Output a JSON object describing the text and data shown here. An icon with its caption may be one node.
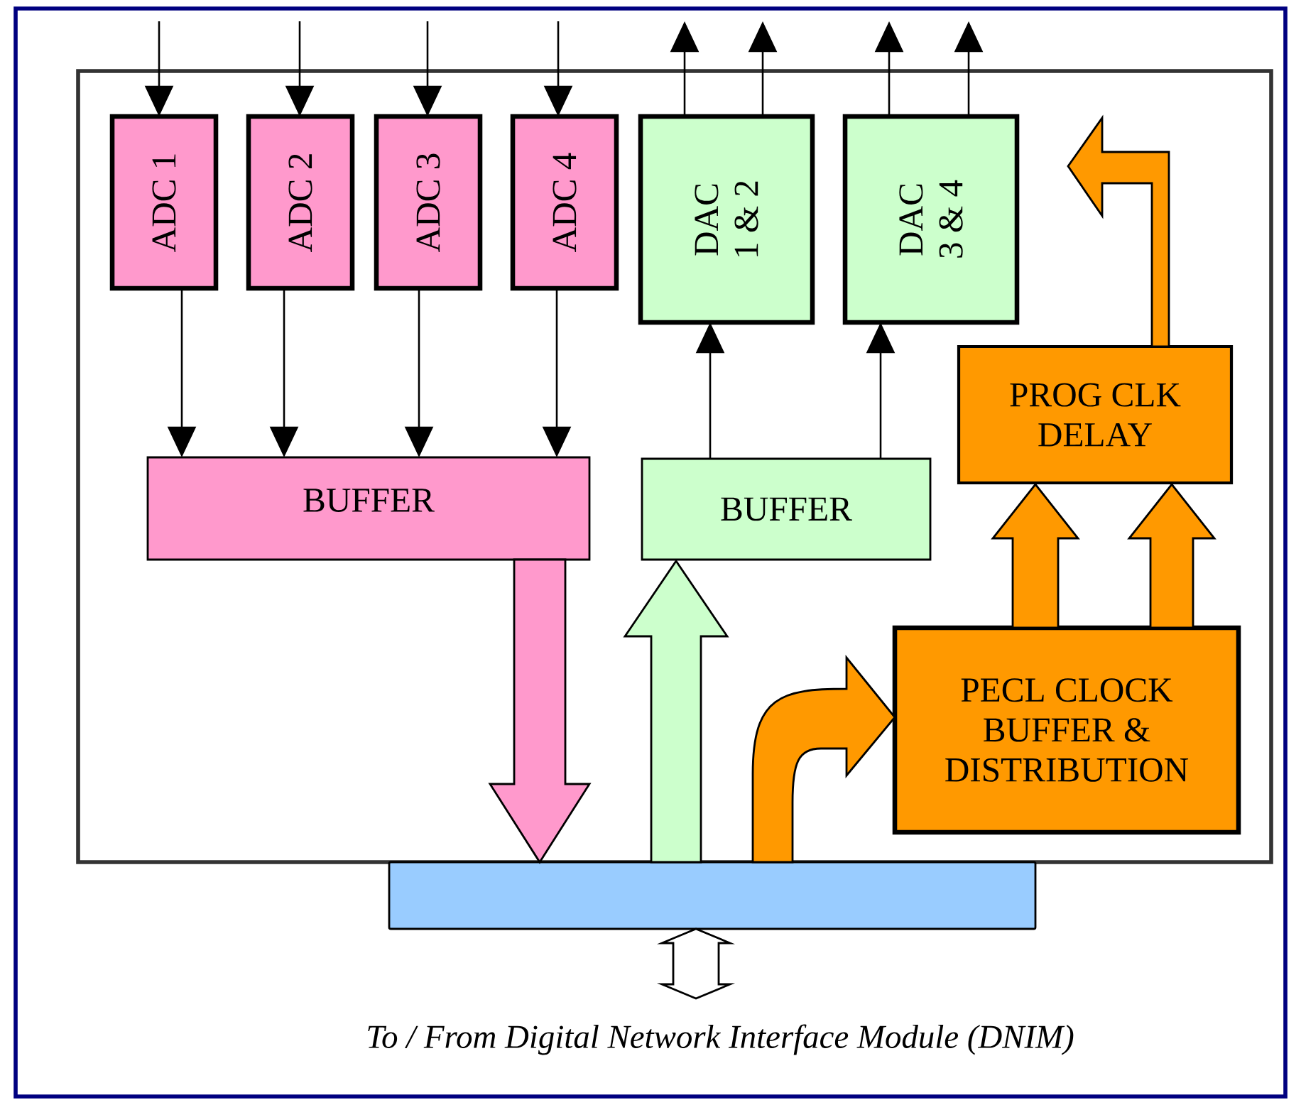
{
  "diagram": {
    "nodes": [
      {
        "text": [],
        "shape": "box"
      },
      {
        "text": [
          "ADC 1"
        ],
        "in": 0
      },
      {
        "text": [
          "ADC 2"
        ],
        "in": 0
      },
      {
        "text": [
          "ADC 3"
        ],
        "in": 0
      },
      {
        "text": [
          "ADC 4"
        ],
        "in": 0
      },
      {
        "text": [
          "DAC 1 & 2"
        ],
        "in": 0
      },
      {
        "text": [
          "DAC 3 & 4"
        ],
        "in": 0
      },
      {
        "text": [
          "BUFFER"
        ],
        "in": 0
      },
      {
        "text": [
          "BUFFER"
        ],
        "in": 0
      },
      {
        "text": [
          "PROG CLK DELAY"
        ],
        "in": 0
      },
      {
        "text": [
          "PECL CLOCK BUFFER & DISTRIBUTION"
        ],
        "in": 0
      },
      {
        "text": [],
        "shape": "bar"
      },
      {
        "text": [
          "To / From Digital Network Interface Module (DNIM)"
        ]
      }
    ],
    "edges": [
      {
        "from": null,
        "to": 1,
        "arrow": "to"
      },
      {
        "from": null,
        "to": 2,
        "arrow": "to"
      },
      {
        "from": null,
        "to": 3,
        "arrow": "to"
      },
      {
        "from": null,
        "to": 4,
        "arrow": "to"
      },
      {
        "from": 5,
        "to": null,
        "arrow": "to"
      },
      {
        "from": 5,
        "to": null,
        "arrow": "to"
      },
      {
        "from": 6,
        "to": null,
        "arrow": "to"
      },
      {
        "from": 6,
        "to": null,
        "arrow": "to"
      },
      {
        "from": 1,
        "to": 7,
        "arrow": "to"
      },
      {
        "from": 2,
        "to": 7,
        "arrow": "to"
      },
      {
        "from": 3,
        "to": 7,
        "arrow": "to"
      },
      {
        "from": 4,
        "to": 7,
        "arrow": "to"
      },
      {
        "from": 8,
        "to": 5,
        "arrow": "to"
      },
      {
        "from": 8,
        "to": 6,
        "arrow": "to"
      },
      {
        "from": 7,
        "to": 11,
        "arrow": "to",
        "style": "thick",
        "color": "#ff99cc"
      },
      {
        "from": 11,
        "to": 8,
        "arrow": "to",
        "style": "thick",
        "color": "#ccffcc"
      },
      {
        "from": 11,
        "to": 10,
        "arrow": "to",
        "style": "thick",
        "color": "#ff9900"
      },
      {
        "from": 10,
        "to": 9,
        "arrow": "to",
        "style": "thick",
        "color": "#ff9900"
      },
      {
        "from": 10,
        "to": 9,
        "arrow": "to",
        "style": "thick",
        "color": "#ff9900"
      },
      {
        "from": 9,
        "to": null,
        "arrow": "to",
        "style": "thick",
        "color": "#ff9900"
      },
      {
        "from": 11,
        "to": 12,
        "arrow": "both",
        "style": "thick",
        "color": "#ffffff"
      }
    ]
  }
}
